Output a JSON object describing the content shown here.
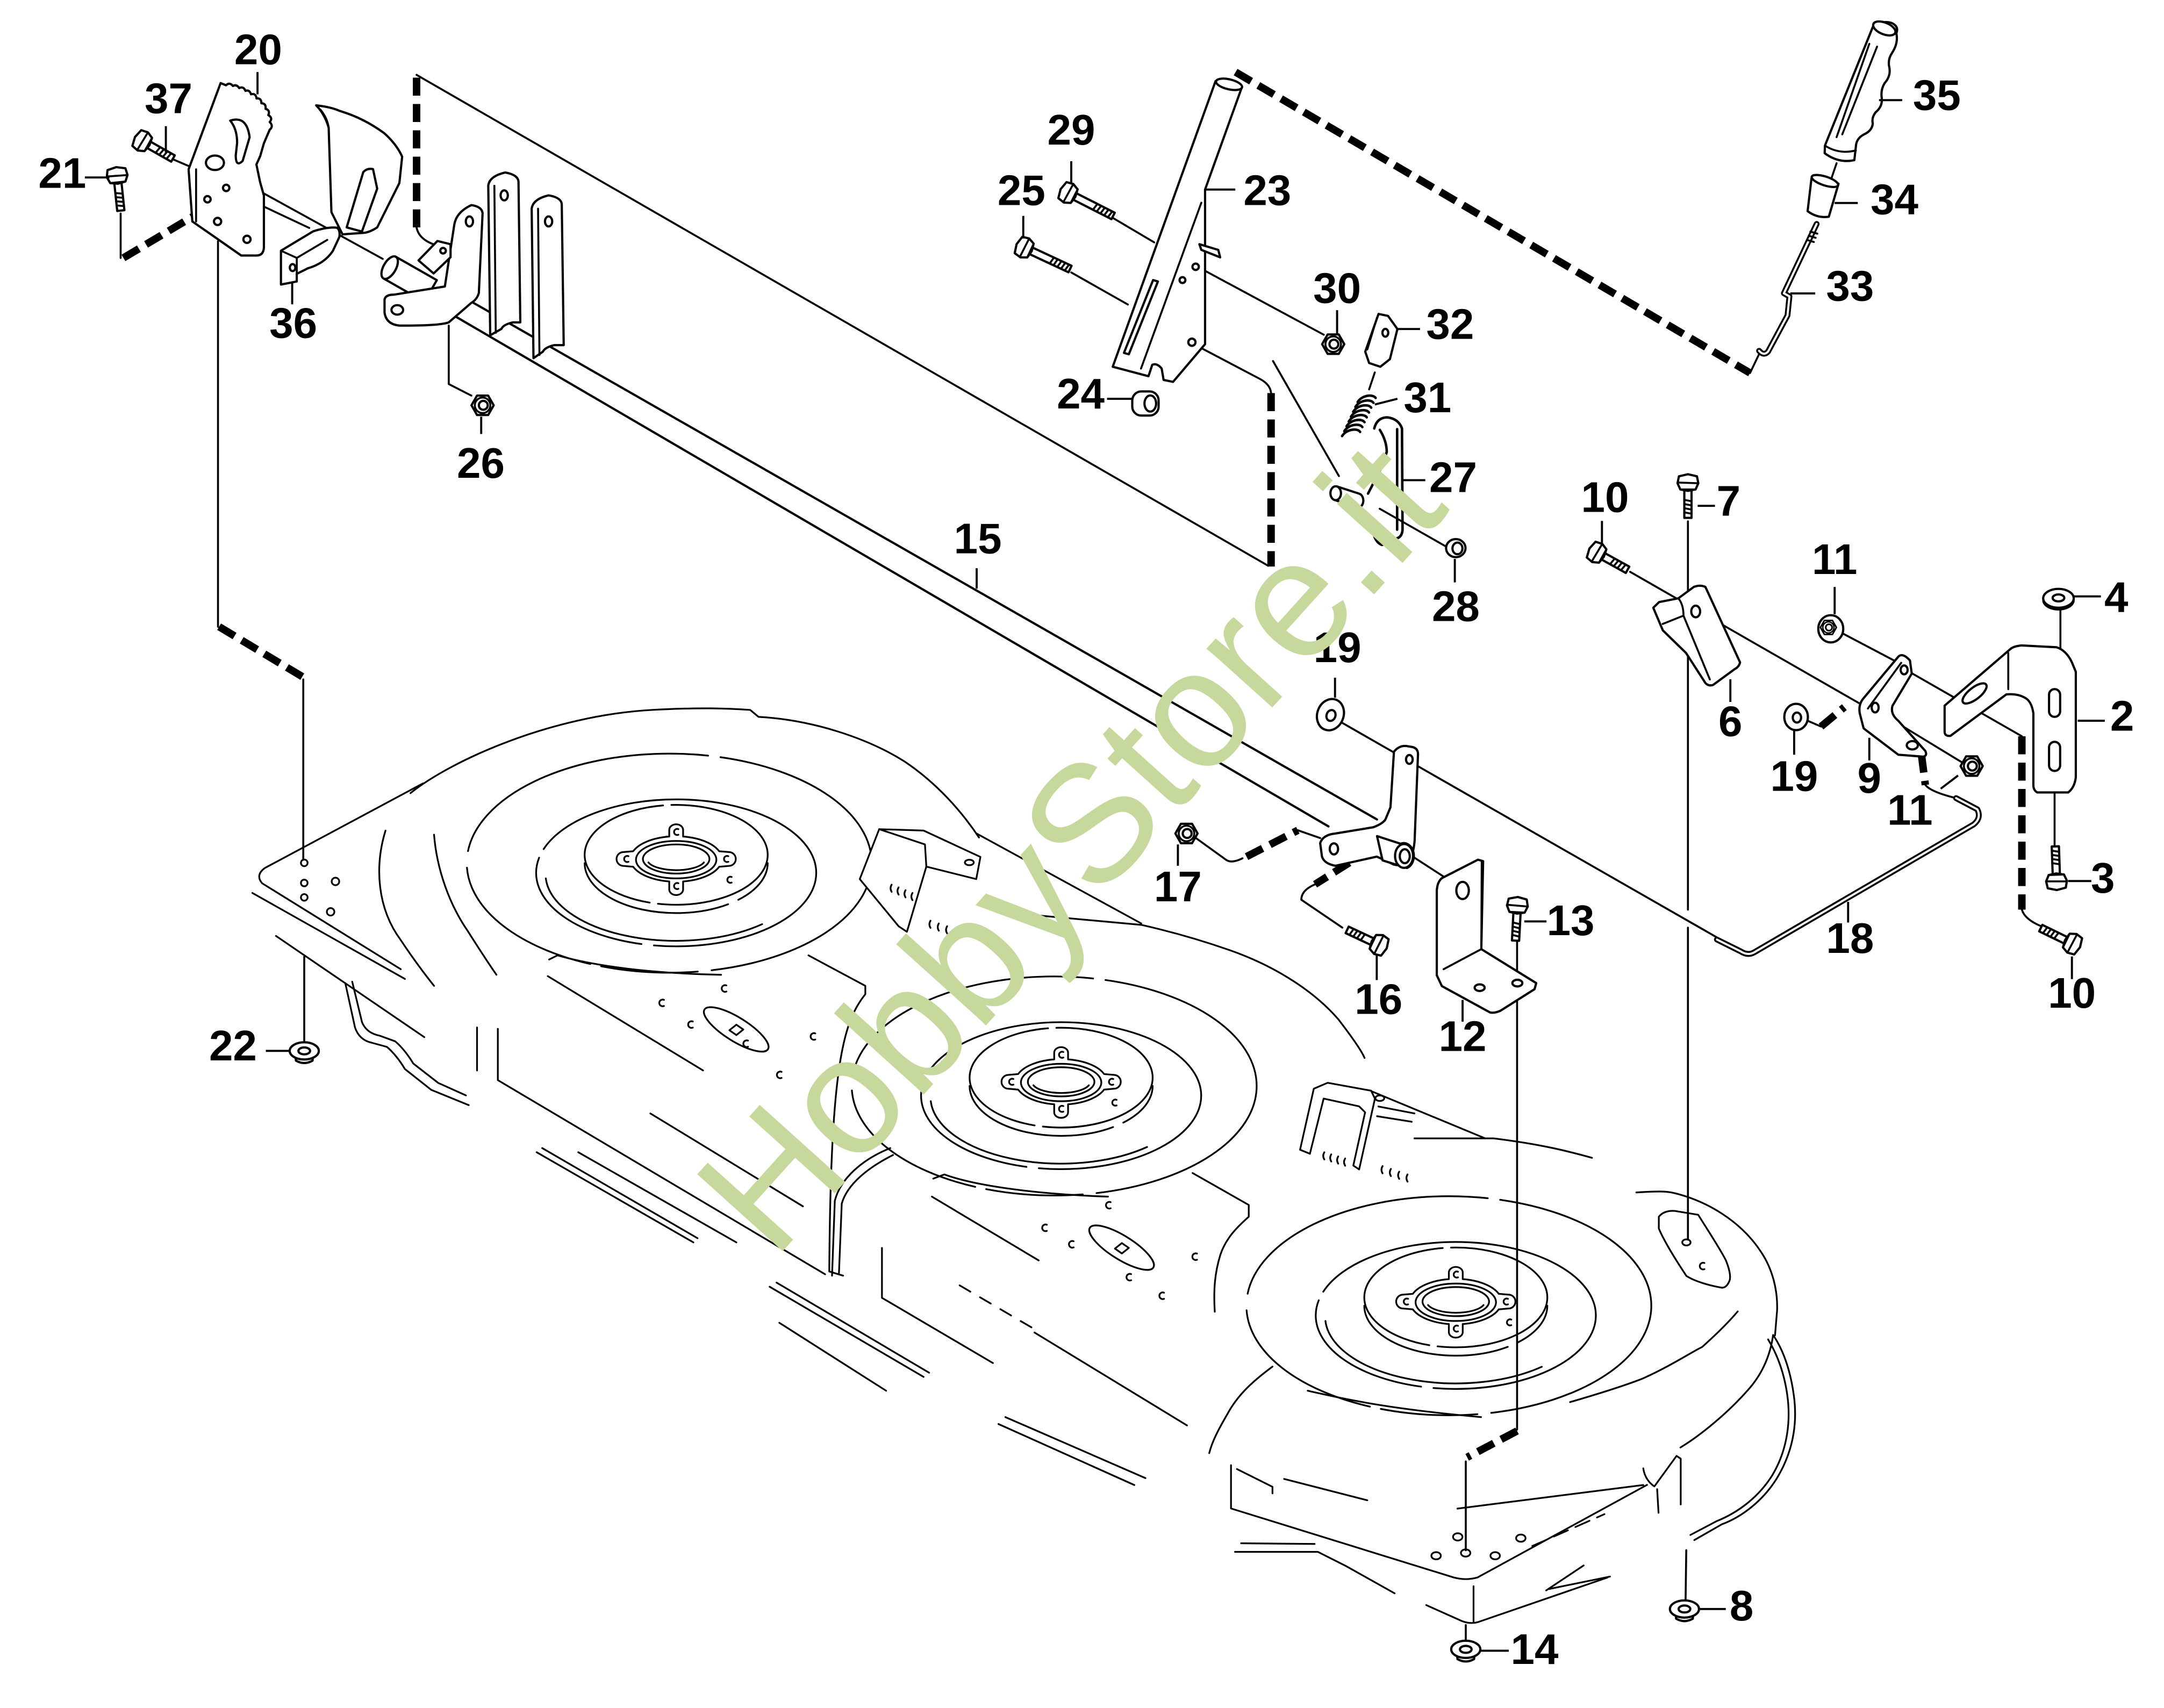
{
  "colors": {
    "line": "#000000",
    "background": "#ffffff",
    "watermark": "#c6d89b"
  },
  "watermark": {
    "text": "HobbyStore.it"
  },
  "callouts": [
    {
      "label": "20"
    },
    {
      "label": "37"
    },
    {
      "label": "21"
    },
    {
      "label": "36"
    },
    {
      "label": "26"
    },
    {
      "label": "29"
    },
    {
      "label": "25"
    },
    {
      "label": "23"
    },
    {
      "label": "24"
    },
    {
      "label": "30"
    },
    {
      "label": "32"
    },
    {
      "label": "31"
    },
    {
      "label": "27"
    },
    {
      "label": "28"
    },
    {
      "label": "35"
    },
    {
      "label": "34"
    },
    {
      "label": "33"
    },
    {
      "label": "10"
    },
    {
      "label": "7"
    },
    {
      "label": "11"
    },
    {
      "label": "4"
    },
    {
      "label": "2"
    },
    {
      "label": "6"
    },
    {
      "label": "19"
    },
    {
      "label": "9"
    },
    {
      "label": "11"
    },
    {
      "label": "3"
    },
    {
      "label": "10"
    },
    {
      "label": "15"
    },
    {
      "label": "19"
    },
    {
      "label": "17"
    },
    {
      "label": "16"
    },
    {
      "label": "13"
    },
    {
      "label": "12"
    },
    {
      "label": "18"
    },
    {
      "label": "22"
    },
    {
      "label": "14"
    },
    {
      "label": "8"
    }
  ]
}
